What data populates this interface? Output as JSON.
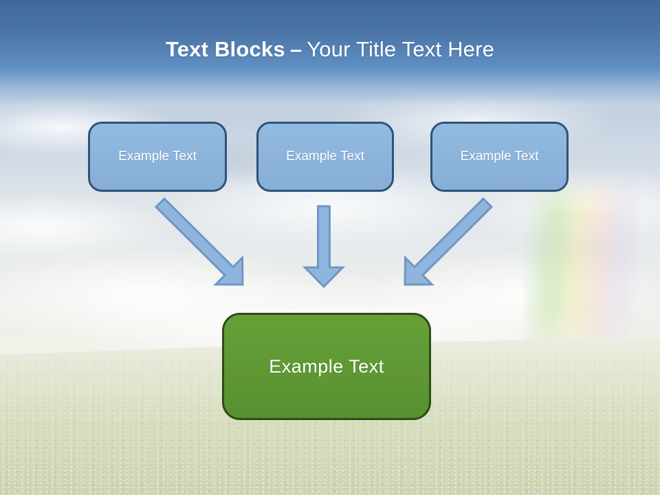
{
  "slide": {
    "title": {
      "bold": "Text Blocks",
      "separator": "–",
      "regular": "Your Title Text Here"
    },
    "source_boxes": [
      {
        "label": "Example Text"
      },
      {
        "label": "Example Text"
      },
      {
        "label": "Example Text"
      }
    ],
    "target_box": {
      "label": "Example Text"
    },
    "arrows": [
      "arrow-left-diagonal-down",
      "arrow-straight-down",
      "arrow-right-diagonal-down"
    ],
    "background": "washed-out photo of green field, cloudy sky and faint rainbow",
    "colors": {
      "header_top": "#41689a",
      "header_mid": "#6090c4",
      "box_fill": "#86aed7",
      "box_fill_light": "#93badf",
      "box_border": "#2f5377",
      "arrow_fill": "#8db5dd",
      "arrow_border": "#6e97c2",
      "target_fill": "#5f9833",
      "target_border": "#2f4b16",
      "title_text": "#ffffff",
      "box_text": "#ffffff"
    }
  }
}
